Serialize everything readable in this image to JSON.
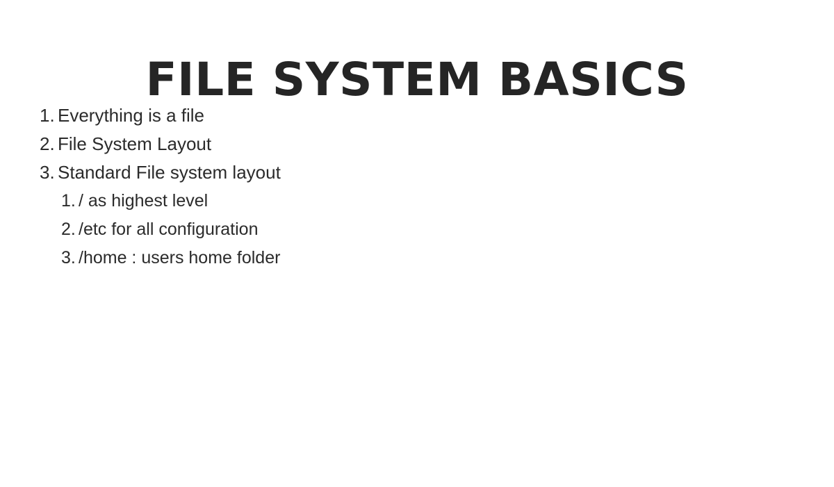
{
  "slide": {
    "title": "FILE SYSTEM BASICS",
    "title_color": "#252525",
    "body_color": "#2b2b2b",
    "background_color": "#ffffff",
    "outline": [
      {
        "marker": "1.",
        "text": "Everything is a file",
        "children": []
      },
      {
        "marker": "2.",
        "text": "File System Layout",
        "children": []
      },
      {
        "marker": "3.",
        "text": "Standard File system layout",
        "children": [
          {
            "marker": "1.",
            "text": "/ as highest level"
          },
          {
            "marker": "2.",
            "text": "/etc for all configuration"
          },
          {
            "marker": "3.",
            "text": "/home : users home folder"
          }
        ]
      }
    ]
  }
}
